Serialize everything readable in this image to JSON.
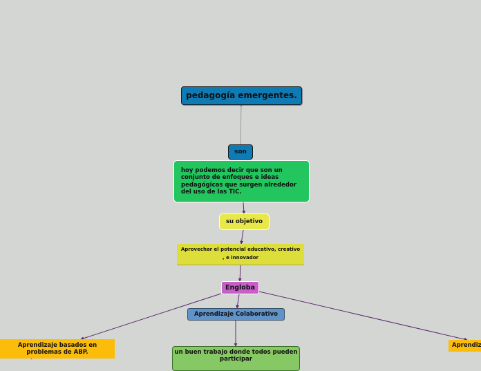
{
  "nodes": {
    "title": "pedagogía emergentes.",
    "son": "son",
    "definition": "hoy podemos decir que  son un conjunto  de enfoques e ideas pedagógicas que surgen alrededor del uso de las TIC.",
    "objective": "su objetivo",
    "aprovechar": "Aprovechar el potencial educativo, creativo , e innovador",
    "engloba": "Engloba",
    "colaborativo": "Aprendizaje  Colaborativo",
    "trabajo": "un buen trabajo  donde todos pueden  participar",
    "abp": "Aprendizaje  basados en problemas de  ABP.",
    "right": "Aprendizaje"
  },
  "colors": {
    "background": "#d4d6d3",
    "title": "#0e7bb5",
    "definition": "#22c55e",
    "objective": "#e8e84a",
    "engloba": "#c85ec8",
    "colaborativo": "#5f93c9",
    "trabajo": "#86c864",
    "abp": "#fbbc0a",
    "connector": "#5a2a6e"
  }
}
